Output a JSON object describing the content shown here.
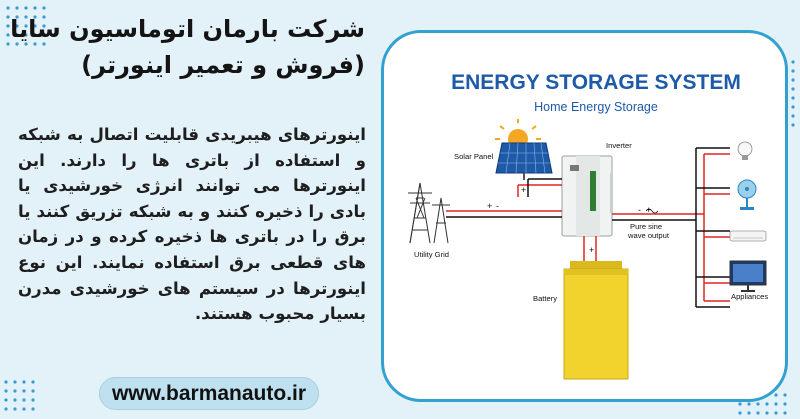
{
  "header": {
    "company_name": "شرکت بارمان اتوماسیون سایا",
    "company_tagline": "(فروش و تعمیر اینورتر)"
  },
  "description": "اینورترهای هیبریدی قابلیت اتصال به شبکه و استفاده از باتری ها را دارند. این اینورترها می توانند انرژی خورشیدی یا بادی را ذخیره کنند و به شبکه تزریق کنند یا برق را در باتری ها ذخیره کرده و در زمان های قطعی برق استفاده نمایند. این نوع اینورترها در سیستم های خورشیدی مدرن بسیار محبوب هستند.",
  "website": "www.barmanauto.ir",
  "diagram": {
    "title": "ENERGY STORAGE SYSTEM",
    "subtitle": "Home Energy Storage",
    "labels": {
      "solar_panel": "Solar Panel",
      "inverter": "Inverter",
      "utility_grid": "Utility Grid",
      "pure_sine_line1": "Pure sine",
      "pure_sine_line2": "wave output",
      "battery": "Battery",
      "appliances": "Appliances"
    },
    "colors": {
      "ac_line": "#e02525",
      "dc_line": "#111111",
      "battery": "#f2d22c",
      "inverter_accent": "#2e7d32",
      "border": "#32a1cf"
    }
  },
  "colors": {
    "background": "#e3f1f8",
    "pill": "#bfe0ef",
    "title_blue": "#1d5aa8"
  }
}
